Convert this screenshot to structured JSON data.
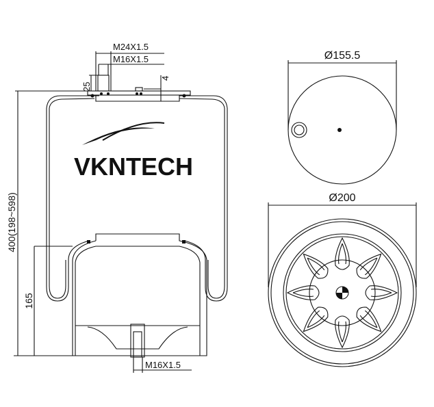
{
  "brand": {
    "logo_text": "VKNTECH"
  },
  "side_view": {
    "dims": {
      "top_port": "M24X1.5",
      "top_stud": "M16X1.5",
      "stud_height": "25",
      "offset": "4",
      "height_range": "400(198~598)",
      "piston_height": "165",
      "bottom_stud": "M16X1.5"
    }
  },
  "top_view": {
    "diameter": "Ø155.5"
  },
  "bottom_view": {
    "diameter": "Ø200"
  }
}
